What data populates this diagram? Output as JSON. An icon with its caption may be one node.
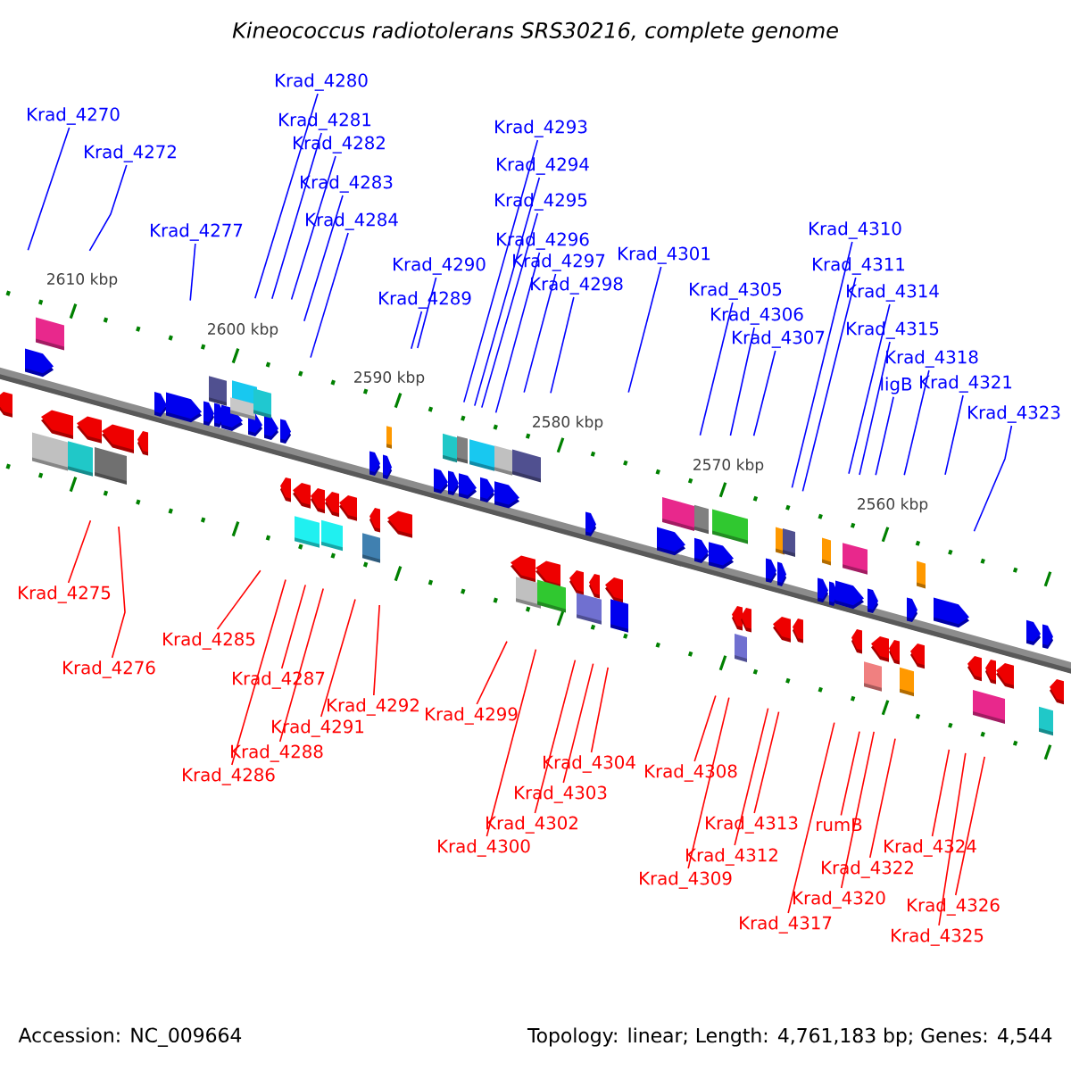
{
  "diagram": {
    "title": "Kineococcus radiotolerans SRS30216, complete genome",
    "nodes": [
      {
        "text": [
          "Krad_4270"
        ]
      },
      {
        "text": [
          "Krad_4272"
        ]
      },
      {
        "text": [
          "Krad_4277"
        ]
      },
      {
        "text": [
          "Krad_4280"
        ]
      },
      {
        "text": [
          "Krad_4281"
        ]
      },
      {
        "text": [
          "Krad_4282"
        ]
      },
      {
        "text": [
          "Krad_4283"
        ]
      },
      {
        "text": [
          "Krad_4284"
        ]
      },
      {
        "text": [
          "Krad_4289"
        ]
      },
      {
        "text": [
          "Krad_4290"
        ]
      },
      {
        "text": [
          "Krad_4293"
        ]
      },
      {
        "text": [
          "Krad_4294"
        ]
      },
      {
        "text": [
          "Krad_4295"
        ]
      },
      {
        "text": [
          "Krad_4296"
        ]
      },
      {
        "text": [
          "Krad_4297"
        ]
      },
      {
        "text": [
          "Krad_4298"
        ]
      },
      {
        "text": [
          "Krad_4301"
        ]
      },
      {
        "text": [
          "Krad_4305"
        ]
      },
      {
        "text": [
          "Krad_4306"
        ]
      },
      {
        "text": [
          "Krad_4307"
        ]
      },
      {
        "text": [
          "Krad_4310"
        ]
      },
      {
        "text": [
          "Krad_4311"
        ]
      },
      {
        "text": [
          "Krad_4314"
        ]
      },
      {
        "text": [
          "Krad_4315"
        ]
      },
      {
        "text": [
          "ligB"
        ]
      },
      {
        "text": [
          "Krad_4318"
        ]
      },
      {
        "text": [
          "Krad_4321"
        ]
      },
      {
        "text": [
          "Krad_4323"
        ]
      },
      {
        "text": [
          "Krad_4275"
        ]
      },
      {
        "text": [
          "Krad_4276"
        ]
      },
      {
        "text": [
          "Krad_4285"
        ]
      },
      {
        "text": [
          "Krad_4286"
        ]
      },
      {
        "text": [
          "Krad_4287"
        ]
      },
      {
        "text": [
          "Krad_4288"
        ]
      },
      {
        "text": [
          "Krad_4291"
        ]
      },
      {
        "text": [
          "Krad_4292"
        ]
      },
      {
        "text": [
          "Krad_4299"
        ]
      },
      {
        "text": [
          "Krad_4300"
        ]
      },
      {
        "text": [
          "Krad_4302"
        ]
      },
      {
        "text": [
          "Krad_4303"
        ]
      },
      {
        "text": [
          "Krad_4304"
        ]
      },
      {
        "text": [
          "Krad_4308"
        ]
      },
      {
        "text": [
          "Krad_4309"
        ]
      },
      {
        "text": [
          "Krad_4312"
        ]
      },
      {
        "text": [
          "Krad_4313"
        ]
      },
      {
        "text": [
          "Krad_4317"
        ]
      },
      {
        "text": [
          "rumB"
        ]
      },
      {
        "text": [
          "Krad_4320"
        ]
      },
      {
        "text": [
          "Krad_4322"
        ]
      },
      {
        "text": [
          "Krad_4324"
        ]
      },
      {
        "text": [
          "Krad_4325"
        ]
      },
      {
        "text": [
          "Krad_4326"
        ]
      }
    ],
    "edges": [
      {
        "from": 0,
        "to": null,
        "arrow": "none"
      },
      {
        "from": 1,
        "to": null,
        "arrow": "none"
      },
      {
        "from": 2,
        "to": null,
        "arrow": "none"
      },
      {
        "from": 3,
        "to": null,
        "arrow": "none"
      },
      {
        "from": 4,
        "to": null,
        "arrow": "none"
      },
      {
        "from": 5,
        "to": null,
        "arrow": "none"
      },
      {
        "from": 6,
        "to": null,
        "arrow": "none"
      },
      {
        "from": 7,
        "to": null,
        "arrow": "none"
      },
      {
        "from": 8,
        "to": null,
        "arrow": "none"
      },
      {
        "from": 9,
        "to": null,
        "arrow": "none"
      },
      {
        "from": 10,
        "to": null,
        "arrow": "none"
      },
      {
        "from": 11,
        "to": null,
        "arrow": "none"
      },
      {
        "from": 12,
        "to": null,
        "arrow": "none"
      },
      {
        "from": 13,
        "to": null,
        "arrow": "none"
      },
      {
        "from": 14,
        "to": null,
        "arrow": "none"
      },
      {
        "from": 15,
        "to": null,
        "arrow": "none"
      },
      {
        "from": 16,
        "to": null,
        "arrow": "none"
      },
      {
        "from": 17,
        "to": null,
        "arrow": "none"
      },
      {
        "from": 18,
        "to": null,
        "arrow": "none"
      },
      {
        "from": 19,
        "to": null,
        "arrow": "none"
      },
      {
        "from": 20,
        "to": null,
        "arrow": "none"
      },
      {
        "from": 21,
        "to": null,
        "arrow": "none"
      },
      {
        "from": 22,
        "to": null,
        "arrow": "none"
      },
      {
        "from": 23,
        "to": null,
        "arrow": "none"
      },
      {
        "from": 24,
        "to": null,
        "arrow": "none"
      },
      {
        "from": 25,
        "to": null,
        "arrow": "none"
      },
      {
        "from": 26,
        "to": null,
        "arrow": "none"
      },
      {
        "from": 27,
        "to": null,
        "arrow": "none"
      },
      {
        "from": 28,
        "to": null,
        "arrow": "none",
        "color": "#ff0000"
      },
      {
        "from": 29,
        "to": null,
        "arrow": "none",
        "color": "#ff0000"
      },
      {
        "from": 30,
        "to": null,
        "arrow": "none",
        "color": "#ff0000"
      },
      {
        "from": 31,
        "to": null,
        "arrow": "none",
        "color": "#ff0000"
      },
      {
        "from": 32,
        "to": null,
        "arrow": "none",
        "color": "#ff0000"
      },
      {
        "from": 33,
        "to": null,
        "arrow": "none",
        "color": "#ff0000"
      },
      {
        "from": 34,
        "to": null,
        "arrow": "none",
        "color": "#ff0000"
      },
      {
        "from": 35,
        "to": null,
        "arrow": "none",
        "color": "#ff0000"
      },
      {
        "from": 36,
        "to": null,
        "arrow": "none",
        "color": "#ff0000"
      },
      {
        "from": 37,
        "to": null,
        "arrow": "none",
        "color": "#ff0000"
      },
      {
        "from": 38,
        "to": null,
        "arrow": "none",
        "color": "#ff0000"
      },
      {
        "from": 39,
        "to": null,
        "arrow": "none",
        "color": "#ff0000"
      },
      {
        "from": 40,
        "to": null,
        "arrow": "none",
        "color": "#ff0000"
      },
      {
        "from": 41,
        "to": null,
        "arrow": "none",
        "color": "#ff0000"
      },
      {
        "from": 42,
        "to": null,
        "arrow": "none",
        "color": "#ff0000"
      },
      {
        "from": 43,
        "to": null,
        "arrow": "none",
        "color": "#ff0000"
      },
      {
        "from": 44,
        "to": null,
        "arrow": "none",
        "color": "#ff0000"
      },
      {
        "from": 45,
        "to": null,
        "arrow": "none",
        "color": "#ff0000"
      },
      {
        "from": 46,
        "to": null,
        "arrow": "none",
        "color": "#ff0000"
      },
      {
        "from": 47,
        "to": null,
        "arrow": "none",
        "color": "#ff0000"
      },
      {
        "from": 48,
        "to": null,
        "arrow": "none",
        "color": "#ff0000"
      },
      {
        "from": 49,
        "to": null,
        "arrow": "none",
        "color": "#ff0000"
      },
      {
        "from": 50,
        "to": null,
        "arrow": "none",
        "color": "#ff0000"
      },
      {
        "from": 51,
        "to": null,
        "arrow": "none",
        "color": "#ff0000"
      }
    ],
    "labels": [
      "2610 kbp",
      "2600 kbp",
      "2590 kbp",
      "2580 kbp",
      "2570 kbp",
      "2560 kbp",
      "Accession: NC_009664",
      "Topology: linear; Length: 4,761,183 bp; Genes: 4,544"
    ]
  }
}
